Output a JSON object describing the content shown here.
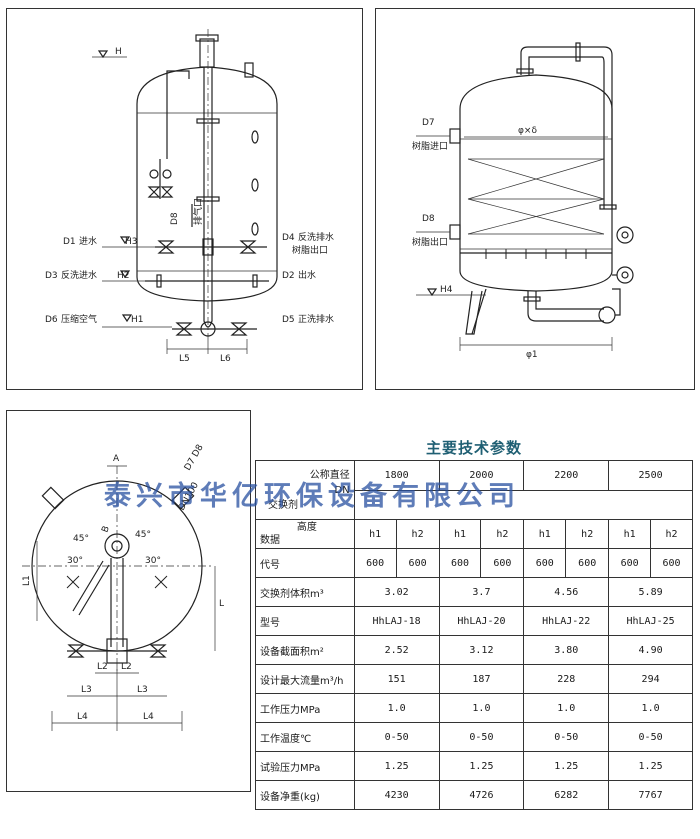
{
  "panel1": {
    "H": "H",
    "D1": "D1",
    "jin_shui": "进水",
    "H3": "H3",
    "D3": "D3",
    "fanxi_jinshui": "反洗进水",
    "H2": "H2",
    "D6": "D6",
    "yasuo_kongqi": "压缩空气",
    "H1": "H1",
    "D4": "D4",
    "fanxi_paishui": "反洗排水",
    "shuzhi_chukou": "树脂出口",
    "D2": "D2",
    "chu_shui": "出水",
    "D5": "D5",
    "zhengxi_paishui": "正洗排水",
    "D8": "D8",
    "paiqi_kou": "排气口",
    "L5": "L5",
    "L6": "L6"
  },
  "panel2": {
    "D7": "D7",
    "shuzhi_jinkou": "树脂进口",
    "phi_delta": "φ×δ",
    "D8": "D8",
    "shuzhi_chukou": "树脂出口",
    "H4": "H4",
    "phi1": "φ1"
  },
  "panel3": {
    "A": "A",
    "B": "B",
    "D7D8": "D7 D8",
    "DN100": "DN100",
    "a45l": "45°",
    "a45r": "45°",
    "a30l": "30°",
    "a30r": "30°",
    "L1": "L1",
    "L": "L",
    "L2a": "L2",
    "L2b": "L2",
    "L3a": "L3",
    "L3b": "L3",
    "L4a": "L4",
    "L4b": "L4"
  },
  "table": {
    "title": "主要技术参数",
    "hdr_dn": "公称直径",
    "hdr_dn2": "DN",
    "hdr_agent": "交换剂",
    "hdr_height": "高度",
    "hdr_data": "数据",
    "hdr_code": "代号",
    "diameters": [
      "1800",
      "2000",
      "2200",
      "2500"
    ],
    "h_labels": [
      "h1",
      "h2",
      "h1",
      "h2",
      "h1",
      "h2",
      "h1",
      "h2"
    ],
    "code_values": [
      "600",
      "600",
      "600",
      "600",
      "600",
      "600",
      "600",
      "600"
    ],
    "rows": [
      {
        "label": "交换剂体积m³",
        "values": [
          "3.02",
          "3.7",
          "4.56",
          "5.89"
        ]
      },
      {
        "label": "型号",
        "values": [
          "HhLAJ-18",
          "HhLAJ-20",
          "HhLAJ-22",
          "HhLAJ-25"
        ]
      },
      {
        "label": "设备截面积m²",
        "values": [
          "2.52",
          "3.12",
          "3.80",
          "4.90"
        ]
      },
      {
        "label": "设计最大流量m³/h",
        "values": [
          "151",
          "187",
          "228",
          "294"
        ]
      },
      {
        "label": "工作压力MPa",
        "values": [
          "1.0",
          "1.0",
          "1.0",
          "1.0"
        ]
      },
      {
        "label": "工作温度℃",
        "values": [
          "0-50",
          "0-50",
          "0-50",
          "0-50"
        ]
      },
      {
        "label": "试验压力MPa",
        "values": [
          "1.25",
          "1.25",
          "1.25",
          "1.25"
        ]
      },
      {
        "label": "设备净重(kg)",
        "values": [
          "4230",
          "4726",
          "6282",
          "7767"
        ]
      }
    ]
  },
  "watermark": "泰兴市华亿环保设备有限公司"
}
